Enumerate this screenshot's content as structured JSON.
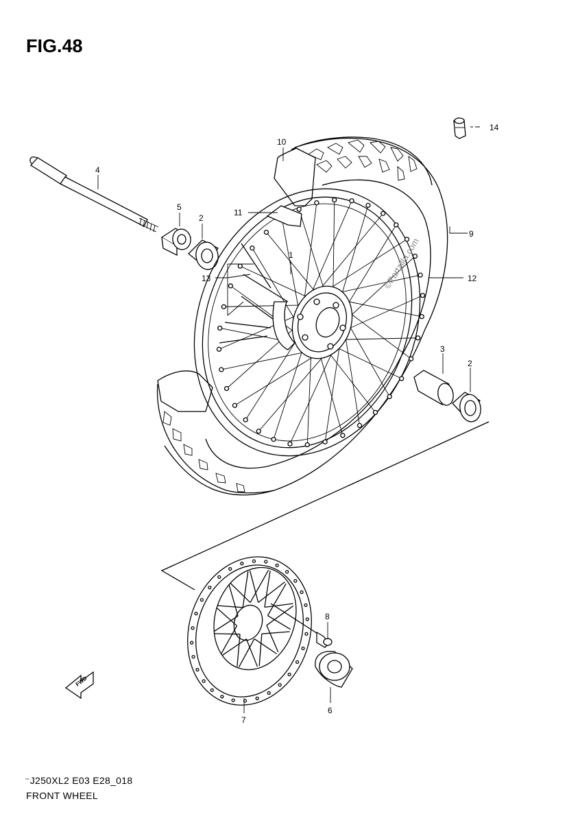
{
  "figure": {
    "title": "FIG.48",
    "code": "⁻J250XL2 E03 E28_018",
    "caption": "FRONT WHEEL",
    "watermark": "©Partzilla.com"
  },
  "callouts": [
    {
      "id": "c1",
      "label": "1"
    },
    {
      "id": "c2a",
      "label": "2"
    },
    {
      "id": "c2b",
      "label": "2"
    },
    {
      "id": "c3",
      "label": "3"
    },
    {
      "id": "c4",
      "label": "4"
    },
    {
      "id": "c5",
      "label": "5"
    },
    {
      "id": "c6",
      "label": "6"
    },
    {
      "id": "c7",
      "label": "7"
    },
    {
      "id": "c8",
      "label": "8"
    },
    {
      "id": "c9",
      "label": "9"
    },
    {
      "id": "c10",
      "label": "10"
    },
    {
      "id": "c11",
      "label": "11"
    },
    {
      "id": "c12",
      "label": "12"
    },
    {
      "id": "c13",
      "label": "13"
    },
    {
      "id": "c14",
      "label": "14"
    }
  ],
  "direction_marker": {
    "label": "FWD",
    "icon": "forward-arrow-icon"
  }
}
